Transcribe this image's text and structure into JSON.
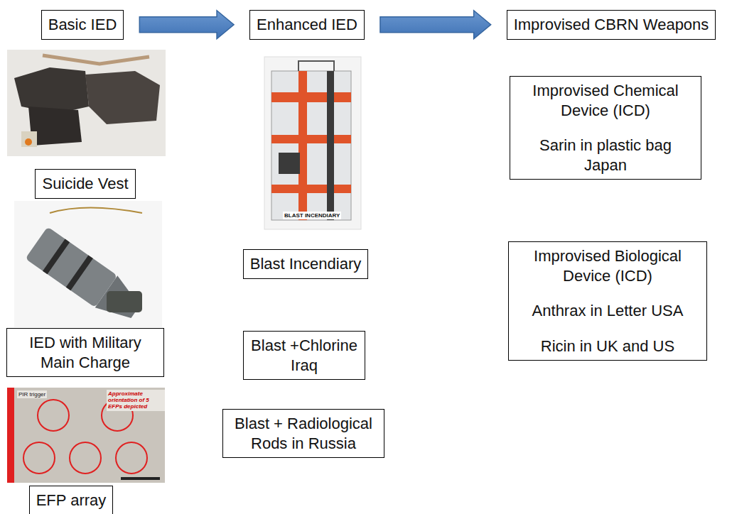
{
  "diagram": {
    "nodes": [
      {
        "text": [
          "Basic IED"
        ]
      },
      {
        "text": [
          "Enhanced IED"
        ]
      },
      {
        "text": [
          "Improvised CBRN Weapons"
        ]
      },
      {
        "text": [
          "Suicide Vest"
        ]
      },
      {
        "text": [
          "IED with Military Main Charge"
        ]
      },
      {
        "text": [
          "EFP array"
        ]
      },
      {
        "text": [
          "Blast Incendiary"
        ]
      },
      {
        "text": [
          "Blast +Chlorine Iraq"
        ]
      },
      {
        "text": [
          "Blast + Radiological Rods in Russia"
        ]
      },
      {
        "text": [
          "Improvised Chemical Device (ICD)",
          "Sarin in plastic bag Japan"
        ]
      },
      {
        "text": [
          "Improvised Biological Device (ICD)",
          "Anthrax in Letter USA",
          "Ricin in UK and US"
        ]
      }
    ],
    "edges": [
      {
        "from": 0,
        "to": 1,
        "arrow": "to"
      },
      {
        "from": 1,
        "to": 2,
        "arrow": "to"
      }
    ],
    "labels": [
      "BLAST INCENDIARY",
      "PIR trigger",
      "Approximate orientation of 5 EFPs depicted"
    ]
  }
}
